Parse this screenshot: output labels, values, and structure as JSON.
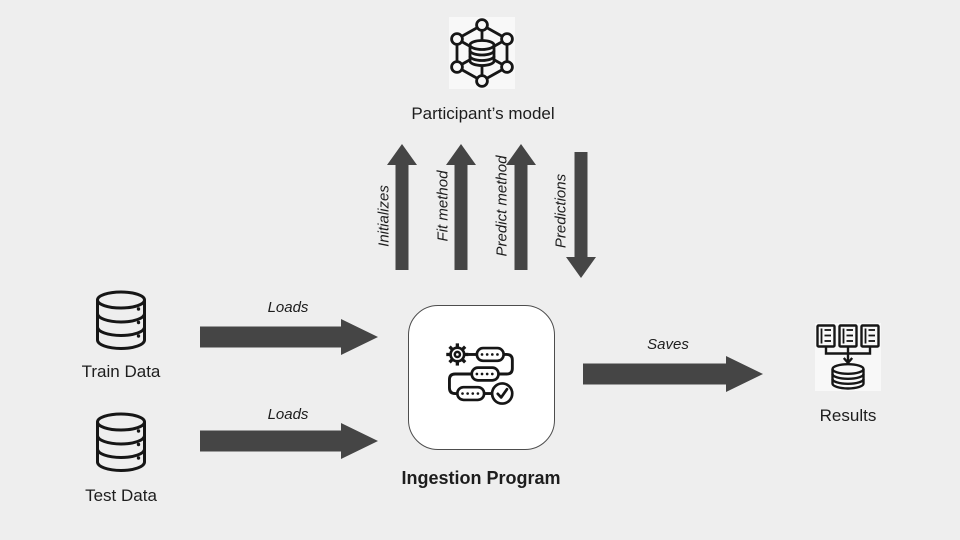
{
  "theme": {
    "page_bg": "#eeeeee",
    "arrow_color": "#454545",
    "ink": "#1d1d1d",
    "icon_stroke": "#161616",
    "box_bg": "#ffffff",
    "box_border": "#4d4d4d",
    "backplate": "#f8f8f8"
  },
  "participant": {
    "label": "Participant’s model",
    "icon": "network-model-icon"
  },
  "method_arrows": [
    {
      "label": "Initializes",
      "direction": "up"
    },
    {
      "label": "Fit method",
      "direction": "up"
    },
    {
      "label": "Predict method",
      "direction": "up"
    },
    {
      "label": "Predictions",
      "direction": "down"
    }
  ],
  "sources": [
    {
      "label": "Train Data",
      "icon": "database-icon",
      "arrow_label": "Loads"
    },
    {
      "label": "Test Data",
      "icon": "database-icon",
      "arrow_label": "Loads"
    }
  ],
  "ingestion": {
    "label": "Ingestion Program",
    "icon": "pipeline-icon"
  },
  "output": {
    "arrow_label": "Saves",
    "label": "Results",
    "icon": "documents-to-database-icon"
  }
}
